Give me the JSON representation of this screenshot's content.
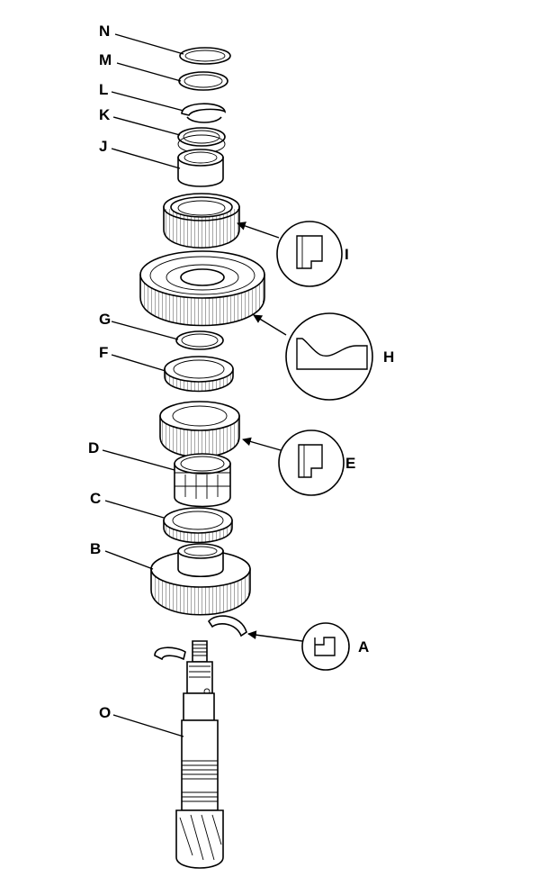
{
  "labels": {
    "N": "N",
    "M": "M",
    "L": "L",
    "K": "K",
    "J": "J",
    "I": "I",
    "H": "H",
    "G": "G",
    "F": "F",
    "E": "E",
    "D": "D",
    "C": "C",
    "B": "B",
    "A": "A",
    "O": "O"
  },
  "colors": {
    "ink": "#000000",
    "paper": "#ffffff"
  }
}
